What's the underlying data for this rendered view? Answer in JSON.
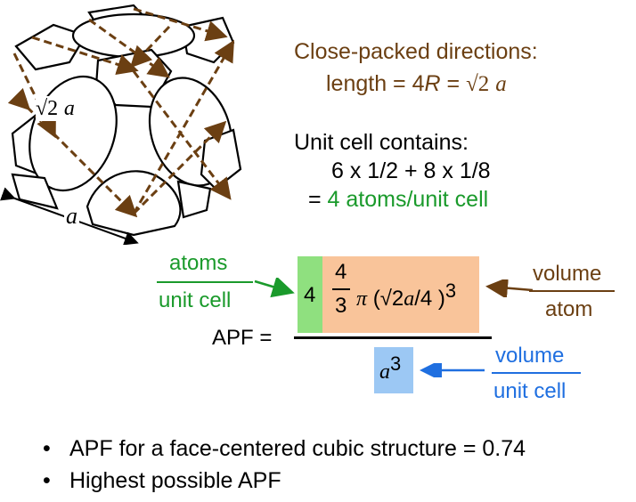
{
  "figure": {
    "diagonal_label_prefix": "√2",
    "diagonal_label_var": "a",
    "edge_label": "a"
  },
  "close_packed": {
    "title": "Close-packed directions:",
    "length_prefix": "length = 4",
    "length_R": "R",
    "length_eq": " = ",
    "length_sqrt": "√2",
    "length_a": "a"
  },
  "unit_cell": {
    "title": "Unit cell contains:",
    "calc": "6 x 1/2 + 8 x 1/8",
    "result_eq": "= ",
    "result": "4 atoms/unit cell"
  },
  "apf_formula": {
    "left_num": "atoms",
    "left_den": "unit cell",
    "apf_label": "APF =",
    "num_count": "4",
    "vol_num": "4",
    "vol_den": "3",
    "pi": "π",
    "vol_paren": " (√2",
    "vol_a": "a",
    "vol_rest": "/4 )",
    "vol_exp": "3",
    "right_num": "volume",
    "right_den": "atom",
    "den_a": "a",
    "den_exp": "3",
    "blue_num": "volume",
    "blue_den": "unit cell"
  },
  "bullets": [
    "APF for a face-centered cubic structure = 0.74",
    "Highest possible APF"
  ],
  "colors": {
    "brown": "#6b3f12",
    "green": "#1a9a2b",
    "blue": "#1f6fe0",
    "green_box": "#8fe07f",
    "orange_box": "#f9c49a",
    "blue_box": "#9cc8f4"
  }
}
